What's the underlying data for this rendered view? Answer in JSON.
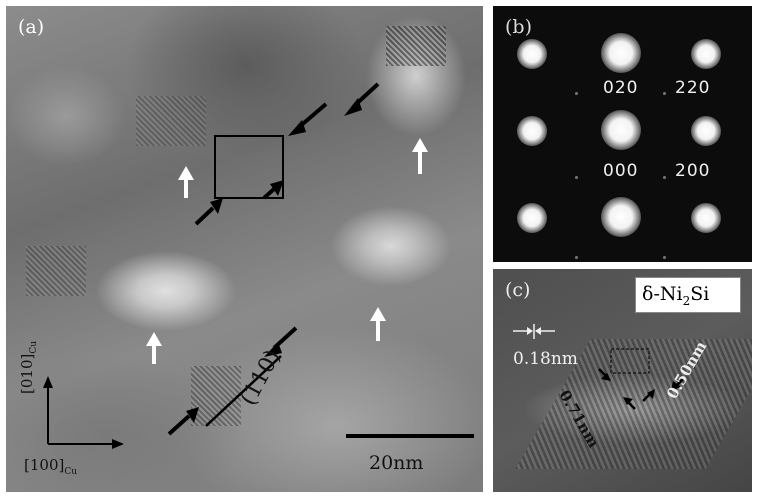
{
  "panel_a": {
    "label": "(a)",
    "plane_label": "(110)",
    "scale_label": "20nm",
    "axis_y_label": "[010]",
    "axis_y_sub": "Cu",
    "axis_x_label": "[100]",
    "axis_x_sub": "Cu"
  },
  "panel_b": {
    "label": "(b)",
    "indices": [
      "020",
      "220",
      "000",
      "200"
    ]
  },
  "panel_c": {
    "label": "(c)",
    "phase_prefix": "δ-Ni",
    "phase_sub": "2",
    "phase_suffix": "Si",
    "spacing_1": "0.18nm",
    "spacing_2": "0.71nm",
    "spacing_3": "0.50nm"
  }
}
